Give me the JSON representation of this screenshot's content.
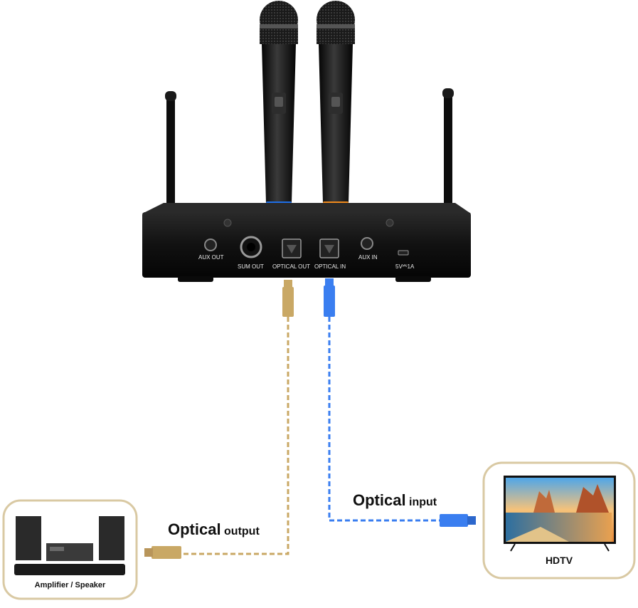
{
  "receiver": {
    "ports": {
      "aux_out": "AUX OUT",
      "sum_out": "SUM OUT",
      "optical_out": "OPTICAL OUT",
      "optical_in": "OPTICAL IN",
      "aux_in": "AUX IN",
      "power": "5V⎃1A"
    }
  },
  "connections": {
    "output": {
      "label_bold": "Optical",
      "label_rest": "output",
      "color": "#c9a865"
    },
    "input": {
      "label_bold": "Optical",
      "label_rest": "input",
      "color": "#3a7ef0"
    }
  },
  "devices": {
    "amplifier": {
      "label": "Amplifier / Speaker",
      "border_color": "#d9c9a3"
    },
    "tv": {
      "label": "HDTV",
      "border_color": "#d9c9a3"
    }
  },
  "colors": {
    "mic_ring_blue": "#1e6fe8",
    "mic_ring_orange": "#f08a1c",
    "receiver_body": "#1a1a1a"
  }
}
